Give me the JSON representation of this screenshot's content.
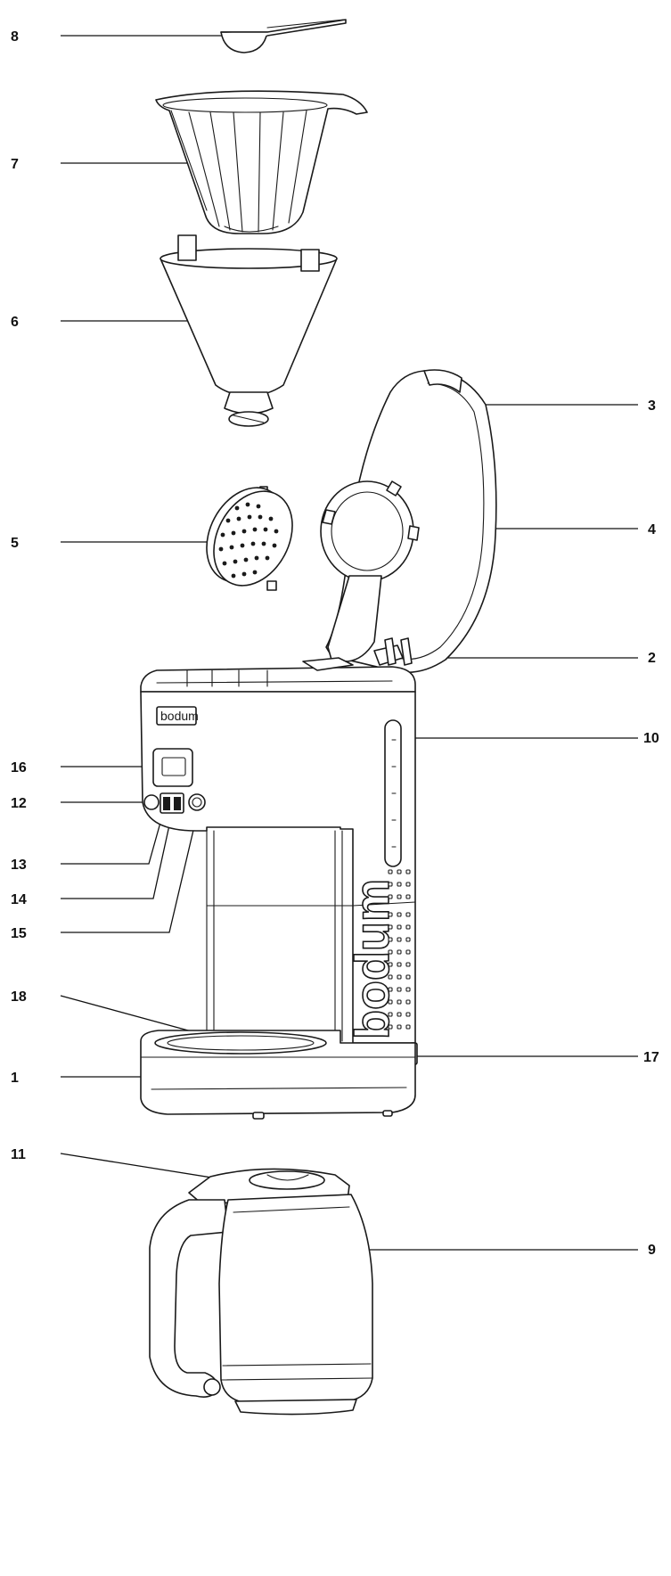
{
  "callouts": {
    "c1": "1",
    "c2": "2",
    "c3": "3",
    "c4": "4",
    "c5": "5",
    "c6": "6",
    "c7": "7",
    "c8": "8",
    "c9": "9",
    "c10": "10",
    "c11": "11",
    "c12": "12",
    "c13": "13",
    "c14": "14",
    "c15": "15",
    "c16": "16",
    "c17": "17",
    "c18": "18"
  },
  "brand": {
    "panel_logo": "bodum",
    "side_logo": "bodum"
  },
  "colors": {
    "line": "#1a1a1a",
    "background": "#ffffff"
  }
}
